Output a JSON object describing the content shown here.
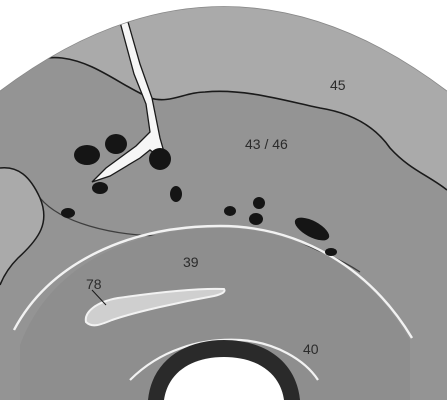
{
  "labels": {
    "region_45": "45",
    "region_43_46": "43 / 46",
    "region_39": "39",
    "region_78": "78",
    "region_40": "40"
  },
  "colors": {
    "background": "#ffffff",
    "area_45": "#aaaaaa",
    "area_43_46": "#949494",
    "area_39": "#8e8e8e",
    "lower_band": "#a9a9a9",
    "area_78_fill": "#cfcfcf",
    "boundary_dark": "#1a1a1a",
    "boundary_light": "#f2f2f2",
    "spots": "#151515"
  }
}
